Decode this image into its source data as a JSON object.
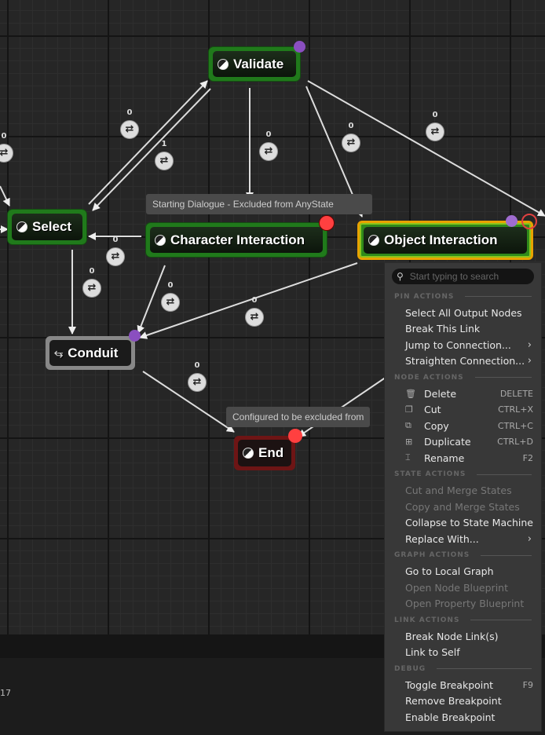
{
  "nodes": {
    "validate": "Validate",
    "select": "Select",
    "character": "Character Interaction",
    "object": "Object Interaction",
    "conduit": "Conduit",
    "end": "End"
  },
  "comments": {
    "character": "Starting Dialogue - Excluded from AnyState",
    "end": "Configured to be excluded from"
  },
  "transitions": [
    "0",
    "1",
    "0",
    "0",
    "0",
    "0",
    "0",
    "0",
    "0",
    "0",
    "0"
  ],
  "bottom_panel": {
    "text": "17"
  },
  "colors": {
    "state_node": "#207a1b",
    "conduit_node": "#888888",
    "end_node": "#6e1515",
    "selected_outline": "#e8a200",
    "breakpoint": "#ff4040",
    "pin": "#8a4fc0"
  },
  "menu": {
    "search_placeholder": "Start typing to search",
    "pin_actions": {
      "header": "PIN ACTIONS",
      "items": [
        "Select All Output Nodes",
        "Break This Link",
        "Jump to Connection...",
        "Straighten Connection..."
      ]
    },
    "node_actions": {
      "header": "NODE ACTIONS",
      "items": [
        {
          "label": "Delete",
          "shortcut": "DELETE",
          "icon": "trash-icon"
        },
        {
          "label": "Cut",
          "shortcut": "CTRL+X",
          "icon": "cut-icon"
        },
        {
          "label": "Copy",
          "shortcut": "CTRL+C",
          "icon": "copy-icon"
        },
        {
          "label": "Duplicate",
          "shortcut": "CTRL+D",
          "icon": "duplicate-icon"
        },
        {
          "label": "Rename",
          "shortcut": "F2",
          "icon": "rename-icon"
        }
      ]
    },
    "state_actions": {
      "header": "STATE ACTIONS",
      "items": [
        "Cut and Merge States",
        "Copy and Merge States",
        "Collapse to State Machine",
        "Replace With..."
      ]
    },
    "graph_actions": {
      "header": "GRAPH ACTIONS",
      "items": [
        "Go to Local Graph",
        "Open Node Blueprint",
        "Open Property Blueprint"
      ]
    },
    "link_actions": {
      "header": "LINK ACTIONS",
      "items": [
        "Break Node Link(s)",
        "Link to Self"
      ]
    },
    "debug": {
      "header": "DEBUG",
      "items": [
        {
          "label": "Toggle Breakpoint",
          "shortcut": "F9"
        },
        {
          "label": "Remove Breakpoint"
        },
        {
          "label": "Enable Breakpoint"
        }
      ]
    }
  }
}
